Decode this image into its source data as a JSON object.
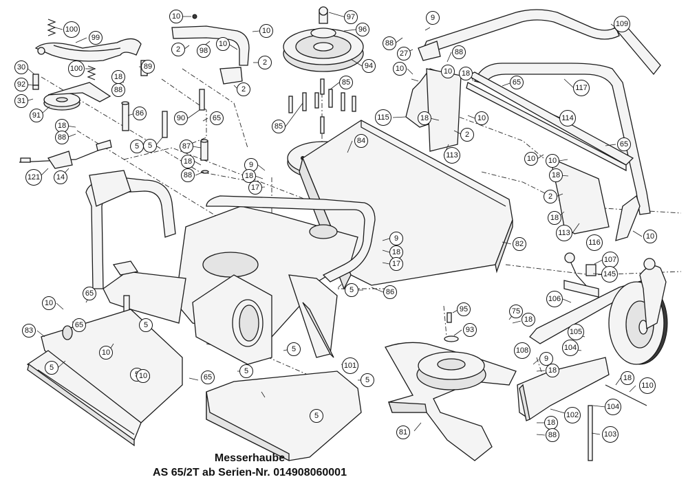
{
  "title": {
    "line1": "Messerhaube",
    "line2": "AS 65/2T ab Serien-Nr. 014908060001"
  },
  "callouts": [
    {
      "id": "c100a",
      "label": "100"
    },
    {
      "id": "c99",
      "label": "99"
    },
    {
      "id": "c30",
      "label": "30"
    },
    {
      "id": "c92",
      "label": "92"
    },
    {
      "id": "c31",
      "label": "31"
    },
    {
      "id": "c91",
      "label": "91"
    },
    {
      "id": "c100b",
      "label": "100"
    },
    {
      "id": "c89",
      "label": "89"
    },
    {
      "id": "c18a",
      "label": "18"
    },
    {
      "id": "c88a",
      "label": "88"
    },
    {
      "id": "c86a",
      "label": "86"
    },
    {
      "id": "c18b",
      "label": "18"
    },
    {
      "id": "c88b",
      "label": "88"
    },
    {
      "id": "c5a",
      "label": "5"
    },
    {
      "id": "c121",
      "label": "121"
    },
    {
      "id": "c14",
      "label": "14"
    },
    {
      "id": "c10a",
      "label": "10"
    },
    {
      "id": "c2a",
      "label": "2"
    },
    {
      "id": "c98",
      "label": "98"
    },
    {
      "id": "c10b",
      "label": "10"
    },
    {
      "id": "c10c",
      "label": "10"
    },
    {
      "id": "c2b",
      "label": "2"
    },
    {
      "id": "c2c",
      "label": "2"
    },
    {
      "id": "c90",
      "label": "90"
    },
    {
      "id": "c65a",
      "label": "65"
    },
    {
      "id": "c5b",
      "label": "5"
    },
    {
      "id": "c87",
      "label": "87"
    },
    {
      "id": "c18c",
      "label": "18"
    },
    {
      "id": "c88c",
      "label": "88"
    },
    {
      "id": "c97",
      "label": "97"
    },
    {
      "id": "c96",
      "label": "96"
    },
    {
      "id": "c94",
      "label": "94"
    },
    {
      "id": "c85a",
      "label": "85"
    },
    {
      "id": "c85b",
      "label": "85"
    },
    {
      "id": "c84",
      "label": "84"
    },
    {
      "id": "c9a",
      "label": "9"
    },
    {
      "id": "c18d",
      "label": "18"
    },
    {
      "id": "c17a",
      "label": "17"
    },
    {
      "id": "c9b",
      "label": "9"
    },
    {
      "id": "c18e",
      "label": "18"
    },
    {
      "id": "c17b",
      "label": "17"
    },
    {
      "id": "c5c",
      "label": "5"
    },
    {
      "id": "c86b",
      "label": "86"
    },
    {
      "id": "c88d",
      "label": "88"
    },
    {
      "id": "c27",
      "label": "27"
    },
    {
      "id": "c9c",
      "label": "9"
    },
    {
      "id": "c88e",
      "label": "88"
    },
    {
      "id": "c109",
      "label": "109"
    },
    {
      "id": "c10d",
      "label": "10"
    },
    {
      "id": "c10e",
      "label": "10"
    },
    {
      "id": "c18f",
      "label": "18"
    },
    {
      "id": "c65b",
      "label": "65"
    },
    {
      "id": "c117",
      "label": "117"
    },
    {
      "id": "c115",
      "label": "115"
    },
    {
      "id": "c18g",
      "label": "18"
    },
    {
      "id": "c2d",
      "label": "2"
    },
    {
      "id": "c10f",
      "label": "10"
    },
    {
      "id": "c113a",
      "label": "113"
    },
    {
      "id": "c114",
      "label": "114"
    },
    {
      "id": "c65c",
      "label": "65"
    },
    {
      "id": "c10g",
      "label": "10"
    },
    {
      "id": "c10h",
      "label": "10"
    },
    {
      "id": "c18h",
      "label": "18"
    },
    {
      "id": "c2e",
      "label": "2"
    },
    {
      "id": "c18i",
      "label": "18"
    },
    {
      "id": "c113b",
      "label": "113"
    },
    {
      "id": "c116",
      "label": "116"
    },
    {
      "id": "c10i",
      "label": "10"
    },
    {
      "id": "c82",
      "label": "82"
    },
    {
      "id": "c107",
      "label": "107"
    },
    {
      "id": "c145",
      "label": "145"
    },
    {
      "id": "c106",
      "label": "106"
    },
    {
      "id": "c75",
      "label": "75"
    },
    {
      "id": "c18j",
      "label": "18"
    },
    {
      "id": "c105",
      "label": "105"
    },
    {
      "id": "c104a",
      "label": "104"
    },
    {
      "id": "c108",
      "label": "108"
    },
    {
      "id": "c9d",
      "label": "9"
    },
    {
      "id": "c18k",
      "label": "18"
    },
    {
      "id": "c18l",
      "label": "18"
    },
    {
      "id": "c110",
      "label": "110"
    },
    {
      "id": "c104b",
      "label": "104"
    },
    {
      "id": "c102",
      "label": "102"
    },
    {
      "id": "c18m",
      "label": "18"
    },
    {
      "id": "c88f",
      "label": "88"
    },
    {
      "id": "c103",
      "label": "103"
    },
    {
      "id": "c95",
      "label": "95"
    },
    {
      "id": "c93",
      "label": "93"
    },
    {
      "id": "c81",
      "label": "81"
    },
    {
      "id": "c10j",
      "label": "10"
    },
    {
      "id": "c65d",
      "label": "65"
    },
    {
      "id": "c65e",
      "label": "65"
    },
    {
      "id": "c83",
      "label": "83"
    },
    {
      "id": "c10k",
      "label": "10"
    },
    {
      "id": "c5d",
      "label": "5"
    },
    {
      "id": "c5e",
      "label": "5"
    },
    {
      "id": "c10l",
      "label": "10"
    },
    {
      "id": "c65f",
      "label": "65"
    },
    {
      "id": "c5f",
      "label": "5"
    },
    {
      "id": "c5g",
      "label": "5"
    },
    {
      "id": "c5h",
      "label": "5"
    },
    {
      "id": "c101",
      "label": "101"
    },
    {
      "id": "c5i",
      "label": "5"
    },
    {
      "id": "c5j",
      "label": "5"
    }
  ]
}
